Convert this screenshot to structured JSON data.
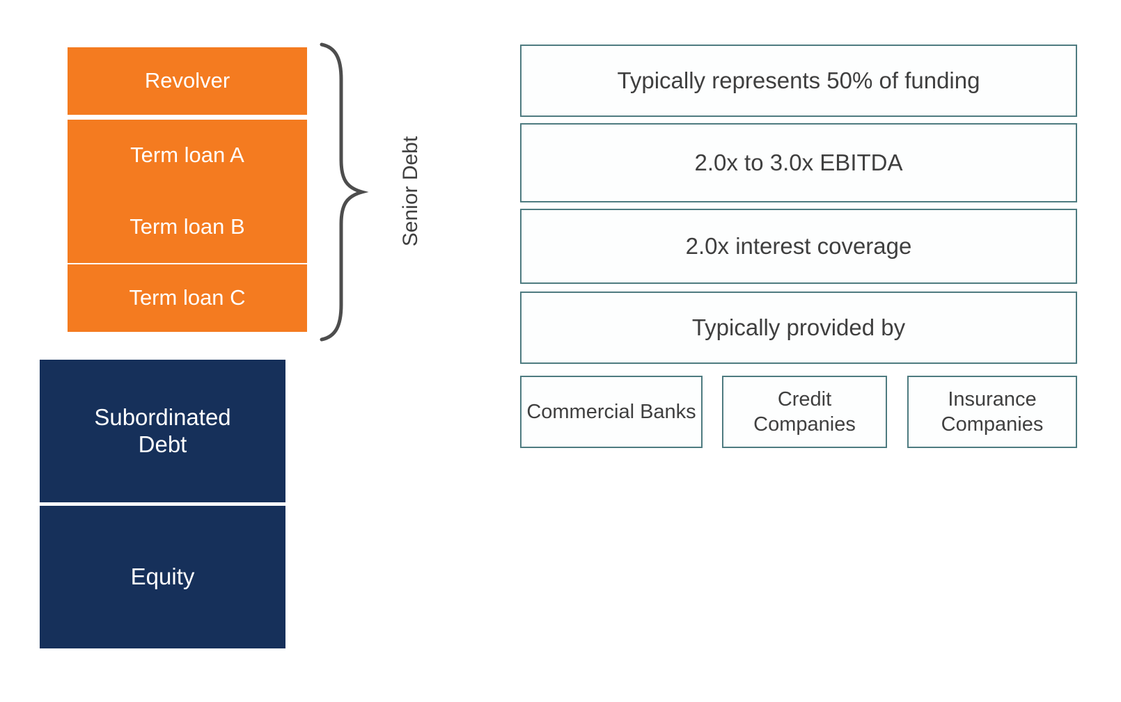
{
  "diagram": {
    "title": "Capital structure / Senior debt characteristics",
    "colors": {
      "orange": "#F47B20",
      "navy": "#16305A",
      "box_border": "#4e7b80",
      "box_fill": "#FDFEFE",
      "text_dark": "#3F3F3F",
      "text_light": "#FFFFFF",
      "brace": "#4D4D4D",
      "background": "#FFFFFF"
    }
  },
  "capital_stack": {
    "senior_debt_label": "Senior Debt",
    "brace_icon": "curly-brace-right-icon",
    "senior_tranches": [
      {
        "label": "Revolver"
      },
      {
        "label": "Term loan A"
      },
      {
        "label": "Term loan B"
      },
      {
        "label": "Term loan C"
      }
    ],
    "junior_tranches": [
      {
        "label": "Subordinated Debt"
      },
      {
        "label": "Equity"
      }
    ]
  },
  "characteristics": {
    "items": [
      {
        "label": "Typically represents 50% of funding"
      },
      {
        "label": "2.0x to 3.0x EBITDA"
      },
      {
        "label": "2.0x interest coverage"
      },
      {
        "label": "Typically provided by"
      }
    ],
    "providers": [
      {
        "label": "Commercial Banks"
      },
      {
        "label": "Credit Companies"
      },
      {
        "label": "Insurance Companies"
      }
    ]
  }
}
